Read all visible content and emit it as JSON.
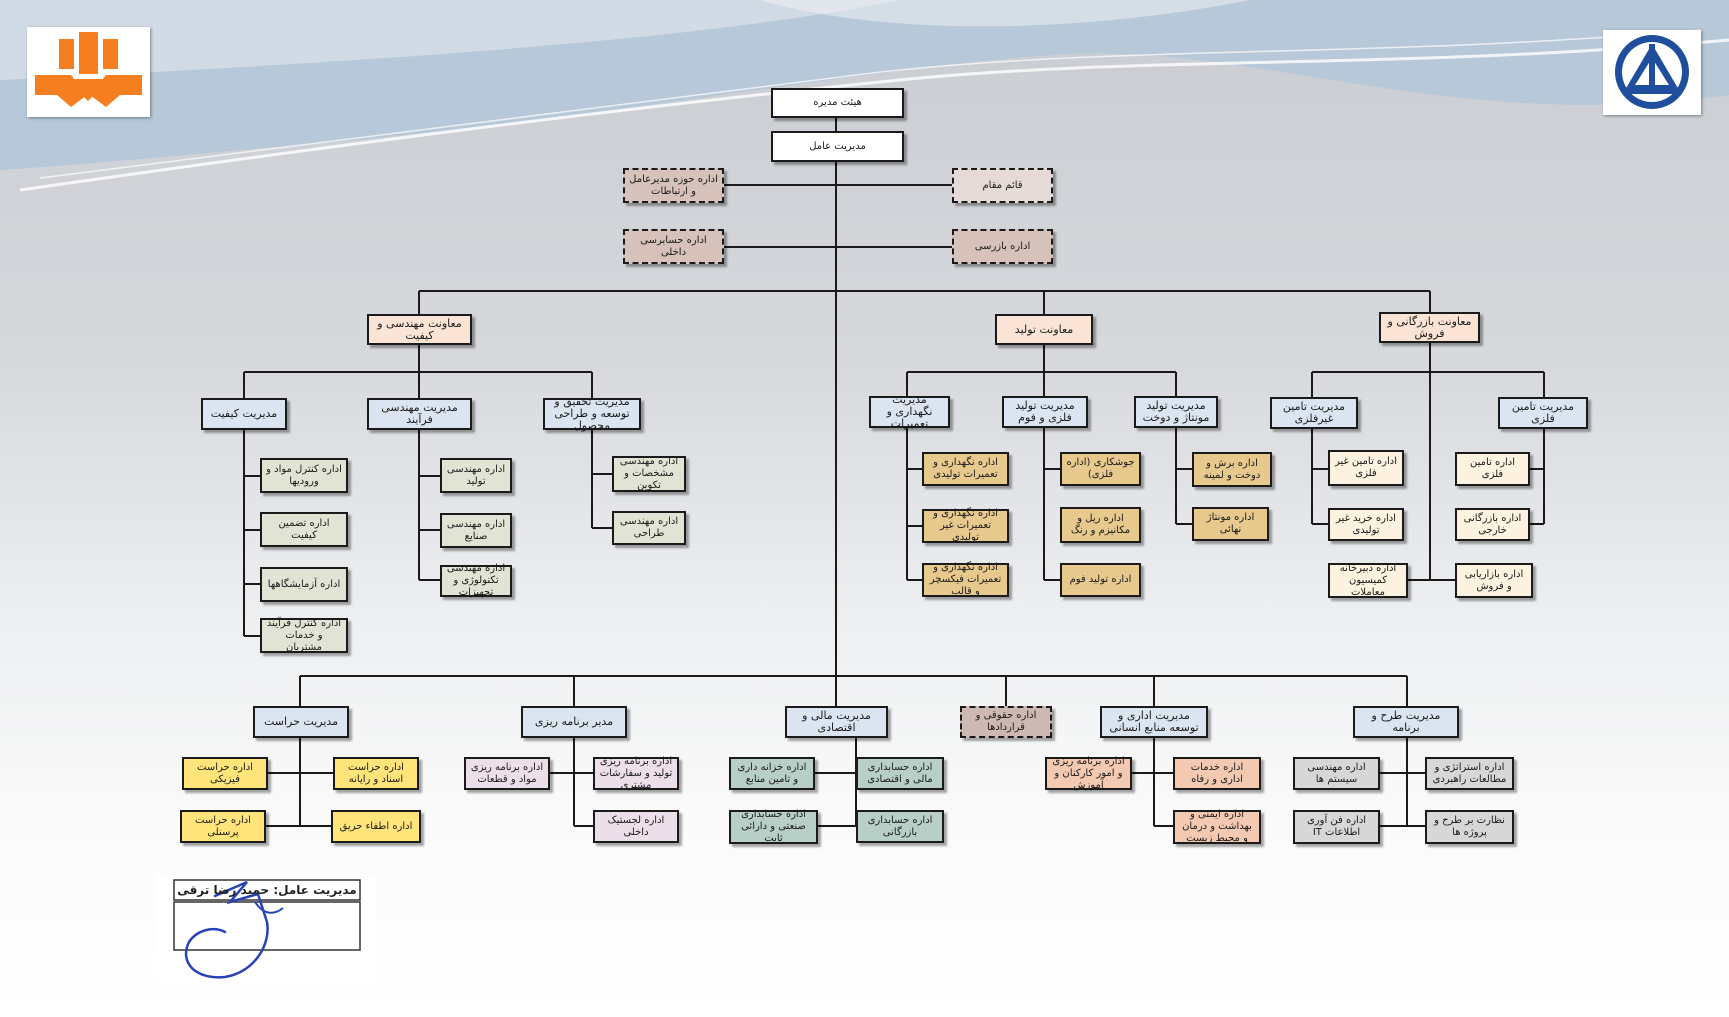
{
  "org": {
    "board": "هیئت مدیره",
    "ceo": "مدیریت عامل",
    "ceo_office": "اداره حوزه مدیرعامل و ارتباطات",
    "deputy": "قائم مقام",
    "internal_audit": "اداره حسابرسی داخلی",
    "inspection": "اداره بازرسی",
    "eng_quality": {
      "title": "معاونت مهندسی و کیفیت",
      "quality": {
        "title": "مدیریت کیفیت",
        "items": [
          "اداره کنترل مواد و ورودیها",
          "اداره تضمین کیفیت",
          "اداره آزمایشگاهها",
          "اداره کنترل فرآیند و خدمات مشتریان"
        ]
      },
      "process": {
        "title": "مدیریت مهندسی فرآیند",
        "items": [
          "اداره مهندسی تولید",
          "اداره مهندسی صنایع",
          "اداره مهندسی تکنولوژی و تجهیزات"
        ]
      },
      "rnd": {
        "title": "مدیریت تحقیق و توسعه و طراحی محصول",
        "items": [
          "اداره مهندسی مشخصات و تکوین",
          "اداره مهندسی طراحی"
        ]
      }
    },
    "production": {
      "title": "معاونت تولید",
      "maintenance": {
        "title": "مدیریت نگهداری و تعمیرات",
        "items": [
          "اداره نگهداری و تعمیرات تولیدی",
          "اداره نگهداری و تعمیرات غیر تولیدی",
          "اداره نگهداری و تعمیرات فیکسچر و قالب"
        ]
      },
      "metal": {
        "title": "مدیریت تولید فلزی و فوم",
        "items": [
          "جوشکاری (اداره فلزی)",
          "اداره ریل و مکانیزم و رنگ",
          "اداره تولید فوم"
        ]
      },
      "assembly": {
        "title": "مدیریت تولید مونتاژ و دوخت",
        "items": [
          "اداره برش و دوخت و لمینه",
          "اداره مونتاژ نهائی"
        ]
      }
    },
    "commerce": {
      "title": "معاونت بازرگانی و فروش",
      "nonmetal": {
        "title": "مدیریت تامین غیرفلزی",
        "items": [
          "اداره تامین غیر فلزی",
          "اداره خرید غیر تولیدی"
        ]
      },
      "metal_supply": {
        "title": "مدیریت تامین فلزی",
        "items": [
          "اداره تامین فلزی",
          "اداره بازرگانی خارجی"
        ]
      },
      "secretariat": "اداره دبیرخانه کمیسیون معاملات",
      "marketing": "اداره بازاریابی و فروش"
    },
    "security": {
      "title": "مدیریت حراست",
      "items": [
        "اداره حراست فیزیکی",
        "اداره حراست اسناد و رایانه",
        "اداره حراست پرسنلی",
        "اداره اطفاء حریق"
      ]
    },
    "planning": {
      "title": "مدیر برنامه ریزی",
      "items": [
        "اداره برنامه ریزی مواد و قطعات",
        "اداره برنامه ریزی تولید و سفارشات مشتری",
        "اداره لجستیک داخلی"
      ]
    },
    "finance": {
      "title": "مدیریت مالی و اقتصادی",
      "items": [
        "اداره خزانه داری و تامین منابع",
        "اداره حسابداری مالی و اقتصادی",
        "اداره حسابداری صنعتی و دارائی ثابت",
        "اداره حسابداری بازرگانی"
      ]
    },
    "legal": "اداره حقوقی و قراردادها",
    "admin": {
      "title": "مدیریت اداری و توسعه منابع انسانی",
      "items": [
        "اداره برنامه ریزی و امور کارکنان و آموزش",
        "اداره خدمات اداری و رفاه",
        "اداره ایمنی و بهداشت و درمان و محیط زیست"
      ]
    },
    "plan_program": {
      "title": "مدیریت طرح و برنامه",
      "items": [
        "اداره مهندسی سیستم ها",
        "اداره استراتژی و مطالعات راهبردی",
        "اداره فن آوری اطلاعات IT",
        "نظارت بر طرح و پروژه ها"
      ]
    }
  },
  "signature": {
    "label": "مدیریت عامل: حمید رضا ترقی"
  },
  "colors": {
    "line": "#1a1a1a",
    "logo_left": "#f57e1f",
    "logo_right": "#1f4f9c"
  },
  "icons": {
    "logo_left": "saipa-logo-icon",
    "logo_right": "company-logo-icon",
    "signature": "signature-scribble-icon"
  }
}
